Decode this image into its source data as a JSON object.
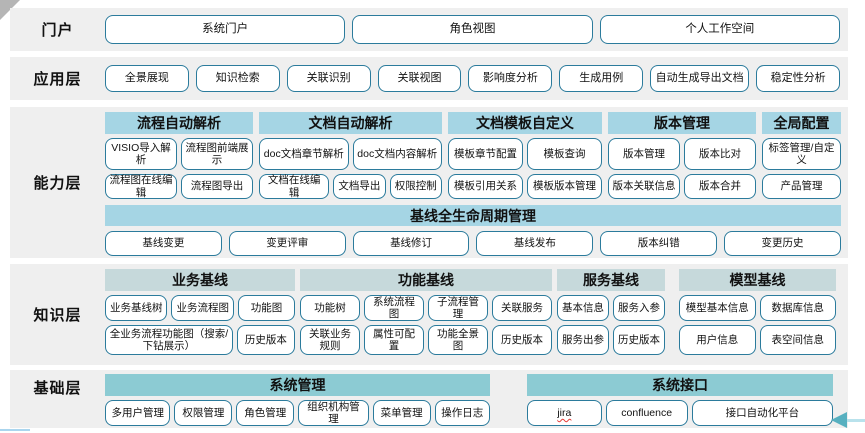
{
  "colors": {
    "button_border": "#2b7b9c",
    "capability_header_bg": "#a5d5e4",
    "knowledge_header_bg": "#c6d9db",
    "foundation_header_bg": "#8ccbd3",
    "band_bg": "#efefef",
    "arrow": "#57b0c0",
    "misspell_underline": "#e53935"
  },
  "layers": {
    "portal": {
      "label": "门户",
      "buttons": [
        "系统门户",
        "角色视图",
        "个人工作空间"
      ]
    },
    "app": {
      "label": "应用层",
      "buttons": [
        "全景展现",
        "知识检索",
        "关联识别",
        "关联视图",
        "影响度分析",
        "生成用例",
        "自动生成导出文档",
        "稳定性分析"
      ]
    },
    "capability": {
      "label": "能力层",
      "groups": [
        {
          "header": "流程自动解析",
          "rows": [
            [
              "VISIO导入解析",
              "流程图前端展示"
            ],
            [
              "流程图在线编辑",
              "流程图导出"
            ]
          ]
        },
        {
          "header": "文档自动解析",
          "rows": [
            [
              "doc文档章节解析",
              "doc文档内容解析"
            ],
            [
              "文档在线编辑",
              "文档导出",
              "权限控制"
            ]
          ]
        },
        {
          "header": "文档模板自定义",
          "rows": [
            [
              "模板章节配置",
              "模板查询"
            ],
            [
              "模板引用关系",
              "模板版本管理"
            ]
          ]
        },
        {
          "header": "版本管理",
          "rows": [
            [
              "版本管理",
              "版本比对"
            ],
            [
              "版本关联信息",
              "版本合并"
            ]
          ]
        },
        {
          "header": "全局配置",
          "rows": [
            [
              "标签管理/自定义"
            ],
            [
              "产品管理"
            ]
          ]
        }
      ],
      "baseline": {
        "header": "基线全生命周期管理",
        "buttons": [
          "基线变更",
          "变更评审",
          "基线修订",
          "基线发布",
          "版本纠错",
          "变更历史"
        ]
      }
    },
    "knowledge": {
      "label": "知识层",
      "groups": [
        {
          "header": "业务基线",
          "rows": [
            [
              "业务基线树",
              "业务流程图",
              "功能图"
            ],
            [
              "全业务流程功能图（搜索/下钻展示）",
              "历史版本"
            ]
          ]
        },
        {
          "header": "功能基线",
          "rows": [
            [
              "功能树",
              "系统流程图",
              "子流程管理",
              "关联服务"
            ],
            [
              "关联业务规则",
              "属性可配置",
              "功能全景图",
              "历史版本"
            ]
          ]
        },
        {
          "header": "服务基线",
          "rows": [
            [
              "基本信息",
              "服务入参"
            ],
            [
              "服务出参",
              "历史版本"
            ]
          ]
        },
        {
          "header": "模型基线",
          "rows": [
            [
              "模型基本信息",
              "数据库信息"
            ],
            [
              "用户信息",
              "表空间信息"
            ]
          ]
        }
      ]
    },
    "foundation": {
      "label": "基础层",
      "groups": [
        {
          "header": "系统管理",
          "buttons": [
            "多用户管理",
            "权限管理",
            "角色管理",
            "组织机构管理",
            "菜单管理",
            "操作日志"
          ]
        },
        {
          "header": "系统接口",
          "buttons": [
            "jira",
            "confluence",
            "接口自动化平台"
          ]
        }
      ]
    }
  }
}
